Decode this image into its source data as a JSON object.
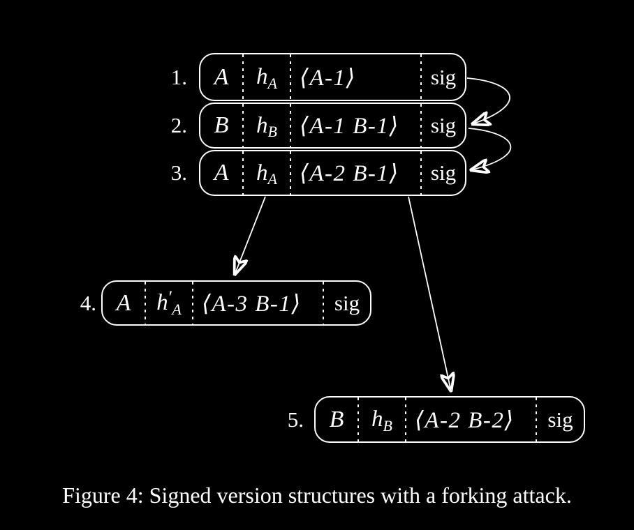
{
  "figure": {
    "caption": "Figure 4: Signed version structures with a forking attack.",
    "colors": {
      "background": "#000000",
      "foreground": "#ffffff"
    },
    "rows": [
      {
        "label": "1.",
        "replica": "A",
        "hash_base": "h",
        "hash_prime": "",
        "hash_sub": "A",
        "version_vector": "⟨A-1⟩",
        "sig": "sig"
      },
      {
        "label": "2.",
        "replica": "B",
        "hash_base": "h",
        "hash_prime": "",
        "hash_sub": "B",
        "version_vector": "⟨A-1 B-1⟩",
        "sig": "sig"
      },
      {
        "label": "3.",
        "replica": "A",
        "hash_base": "h",
        "hash_prime": "",
        "hash_sub": "A",
        "version_vector": "⟨A-2 B-1⟩",
        "sig": "sig"
      },
      {
        "label": "4.",
        "replica": "A",
        "hash_base": "h",
        "hash_prime": "′",
        "hash_sub": "A",
        "version_vector": "⟨A-3 B-1⟩",
        "sig": "sig"
      },
      {
        "label": "5.",
        "replica": "B",
        "hash_base": "h",
        "hash_prime": "",
        "hash_sub": "B",
        "version_vector": "⟨A-2 B-2⟩",
        "sig": "sig"
      }
    ],
    "arrows": [
      {
        "from": "record-1",
        "to": "record-2",
        "style": "curved-right"
      },
      {
        "from": "record-2",
        "to": "record-3",
        "style": "curved-right"
      },
      {
        "from": "record-3",
        "to": "record-4",
        "style": "straight-fork"
      },
      {
        "from": "record-3",
        "to": "record-5",
        "style": "straight-fork"
      }
    ]
  }
}
